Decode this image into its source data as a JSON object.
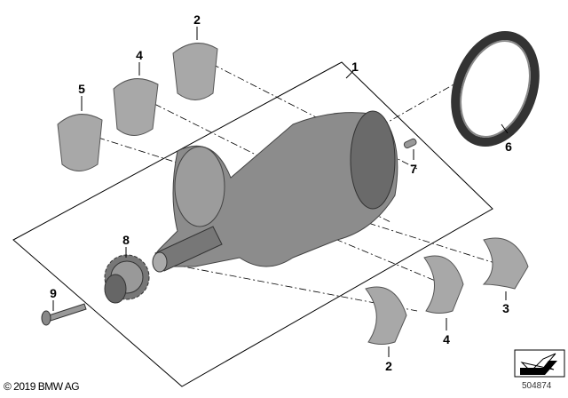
{
  "callouts": {
    "c1": "1",
    "c2_top": "2",
    "c4_top": "4",
    "c5": "5",
    "c6": "6",
    "c7": "7",
    "c8": "8",
    "c9": "9",
    "c3": "3",
    "c4_bottom": "4",
    "c2_bottom": "2"
  },
  "footer": {
    "copyright": "© 2019 BMW AG",
    "image_number": "504874"
  },
  "colors": {
    "part_gray": "#9a9a9a",
    "part_dark": "#5a5a5a",
    "line": "#000000"
  }
}
